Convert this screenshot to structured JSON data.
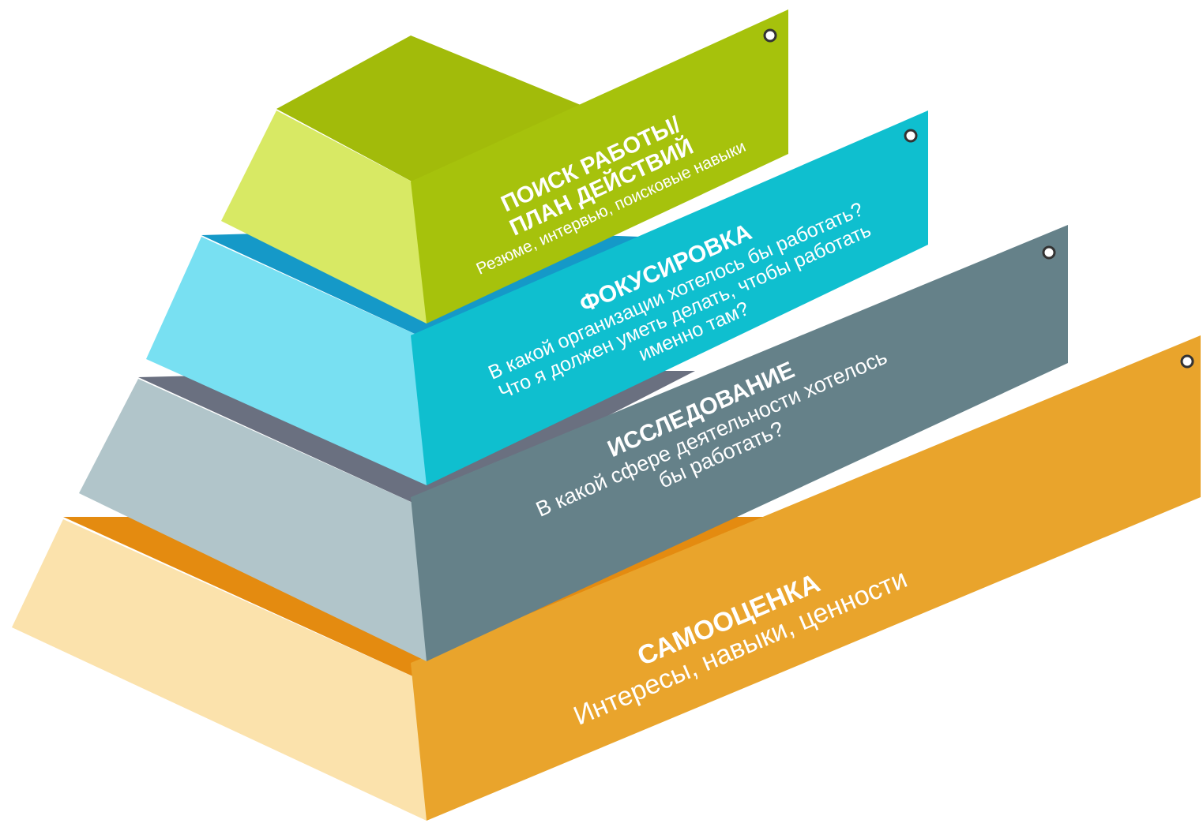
{
  "tiers": [
    {
      "id": "job-search",
      "title": "ПОИСК РАБОТЫ/\nПЛАН ДЕЙСТВИЙ",
      "subtitle": "Резюме, интервью, поисковые навыки",
      "colors": {
        "front": "#a6c20c",
        "left": "#d8e964",
        "top": "#a2bb0a"
      }
    },
    {
      "id": "focusing",
      "title": "ФОКУСИРОВКА",
      "subtitle": "В какой организации хотелось бы работать?\nЧто я должен уметь делать, чтобы работать\nименно там?",
      "colors": {
        "front": "#0fbfcf",
        "left": "#78e0f2",
        "top": "#1599c8"
      }
    },
    {
      "id": "research",
      "title": "ИССЛЕДОВАНИЕ",
      "subtitle": "В какой сфере деятельности хотелось\nбы работать?",
      "colors": {
        "front": "#658189",
        "left": "#b1c5ca",
        "top": "#6a7080"
      }
    },
    {
      "id": "self-assessment",
      "title": "САМООЦЕНКА",
      "subtitle": "Интересы, навыки, ценности",
      "colors": {
        "front": "#e9a42c",
        "left": "#fbe2ac",
        "top": "#e48b10"
      }
    }
  ]
}
